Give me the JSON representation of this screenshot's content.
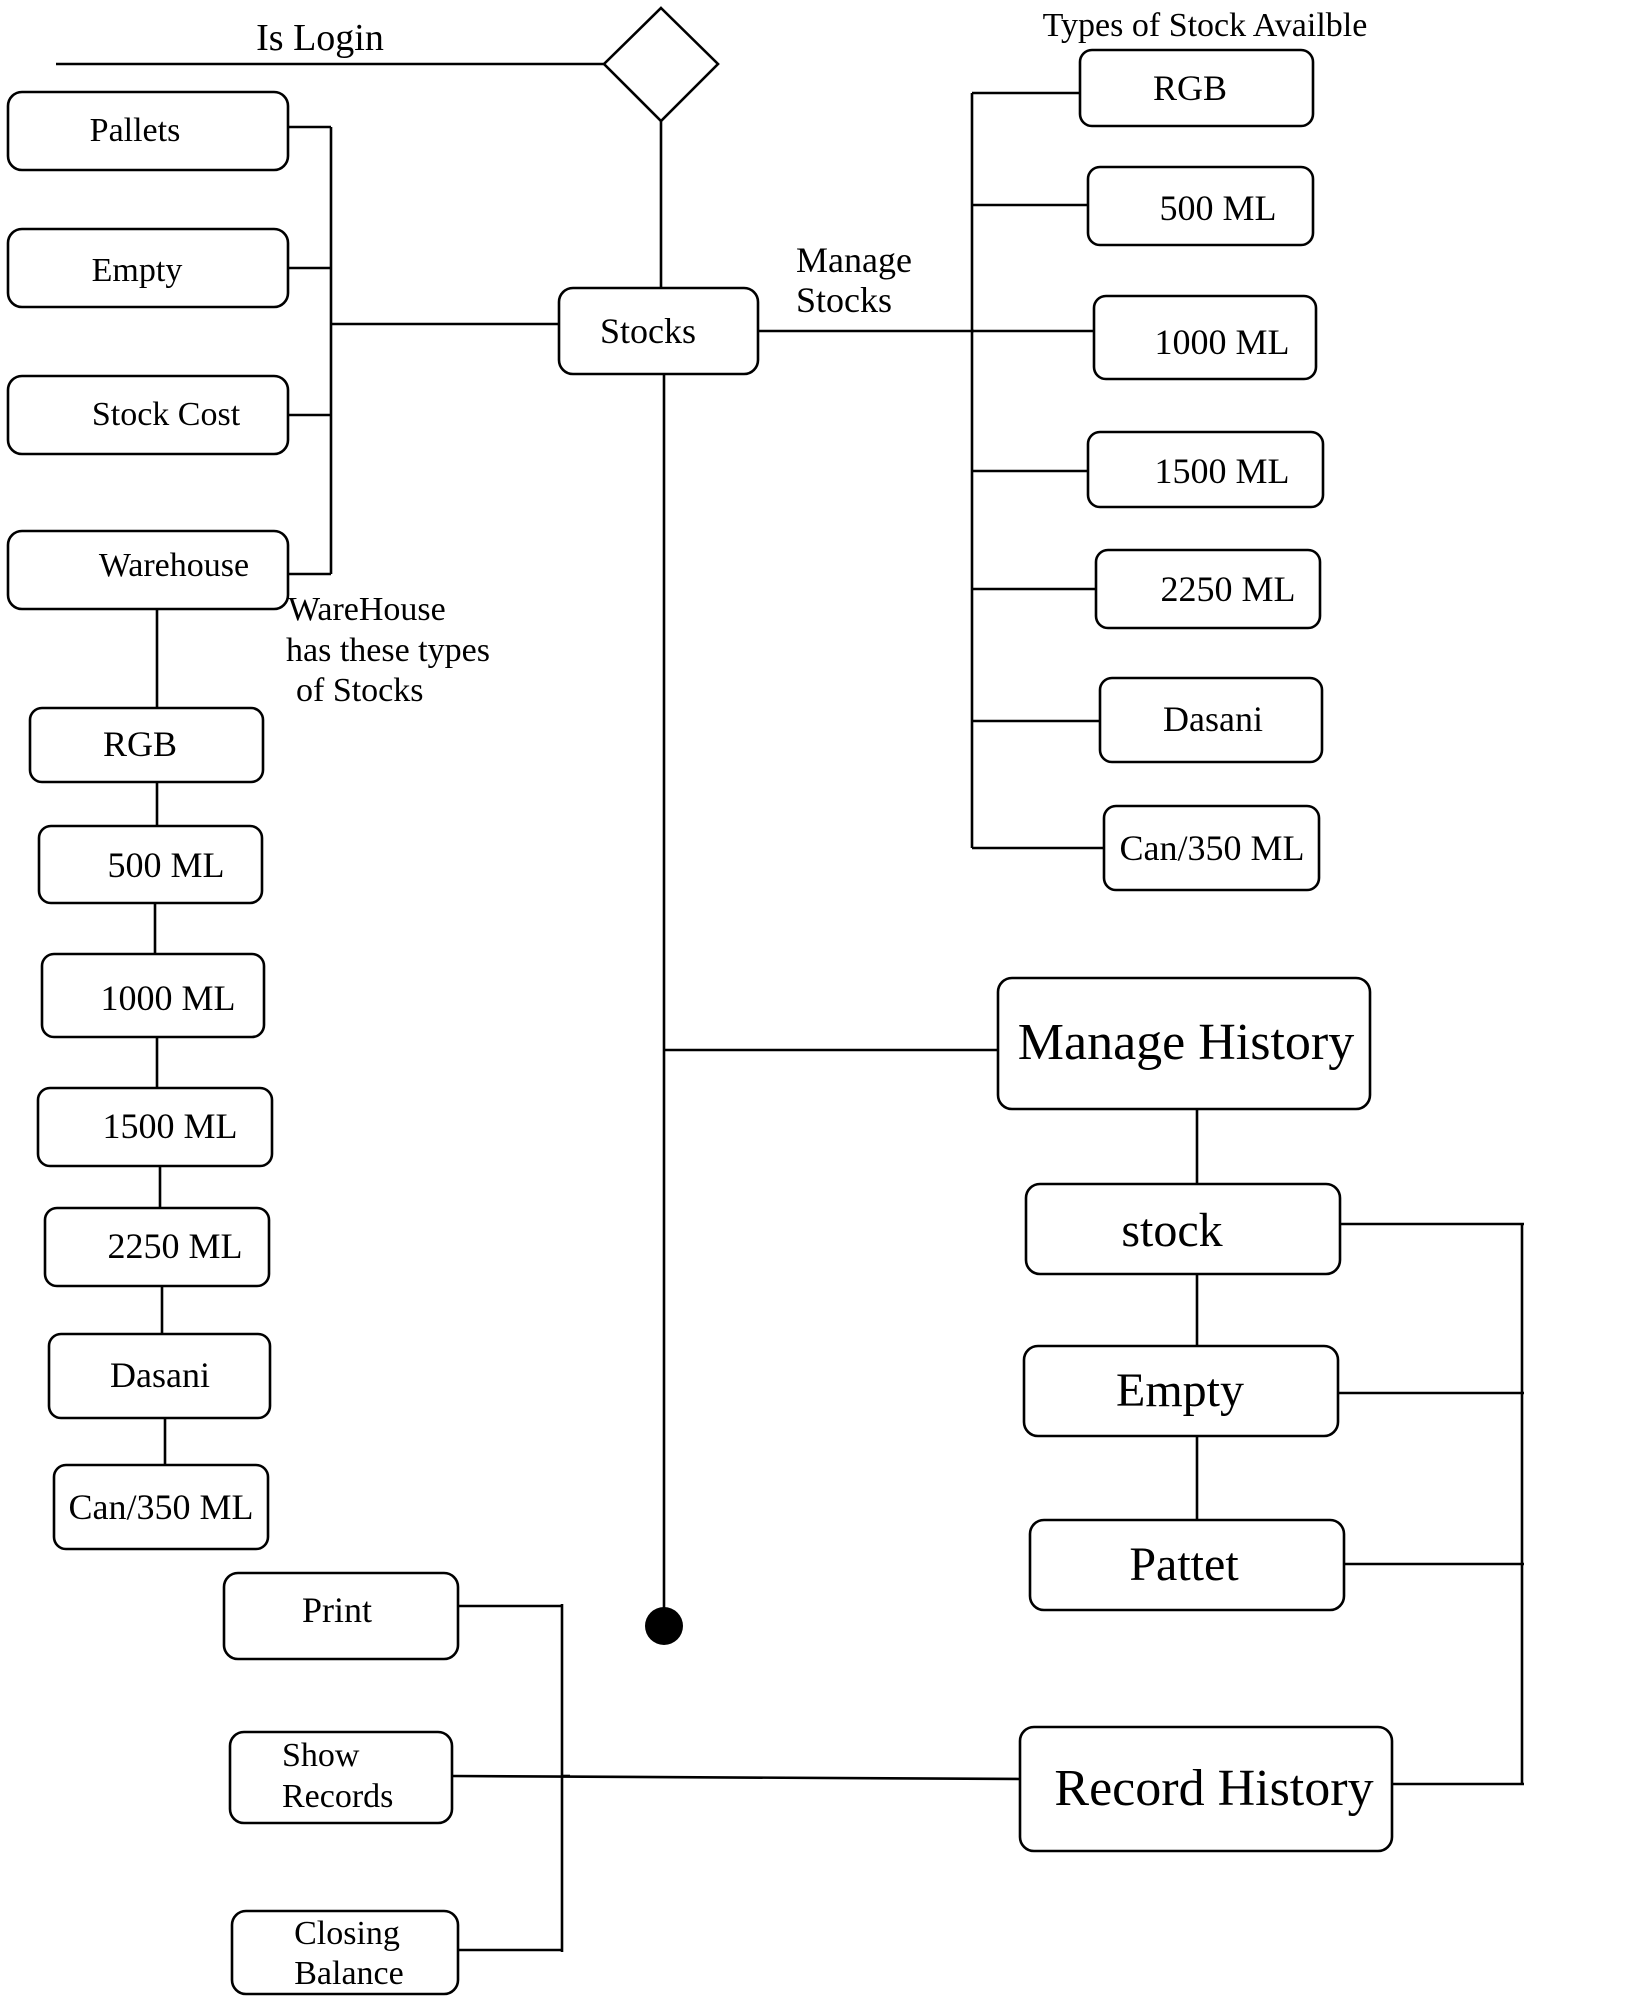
{
  "start": {
    "label": "Is Login"
  },
  "stocks": {
    "label": "Stocks"
  },
  "stock_menu": {
    "label_line1": "Manage",
    "label_line2": "Stocks",
    "items": [
      "Pallets",
      "Empty",
      "Stock Cost",
      "Warehouse"
    ]
  },
  "warehouse_note": {
    "line1": "WareHouse",
    "line2": "has these types",
    "line3": "of Stocks"
  },
  "warehouse_types": [
    "RGB",
    "500 ML",
    "1000 ML",
    "1500 ML",
    "2250 ML",
    "Dasani",
    "Can/350 ML"
  ],
  "available_types": {
    "title": "Types of Stock Availble",
    "items": [
      "RGB",
      "500 ML",
      "1000 ML",
      "1500 ML",
      "2250 ML",
      "Dasani",
      "Can/350 ML"
    ]
  },
  "manage_history": {
    "label": "Manage History",
    "items": [
      "stock",
      "Empty",
      "Pattet"
    ]
  },
  "record_history": {
    "label": "Record History",
    "actions": {
      "print": "Print",
      "show_records_line1": "Show",
      "show_records_line2": "Records",
      "closing_balance_line1": "Closing",
      "closing_balance_line2": "Balance"
    }
  }
}
